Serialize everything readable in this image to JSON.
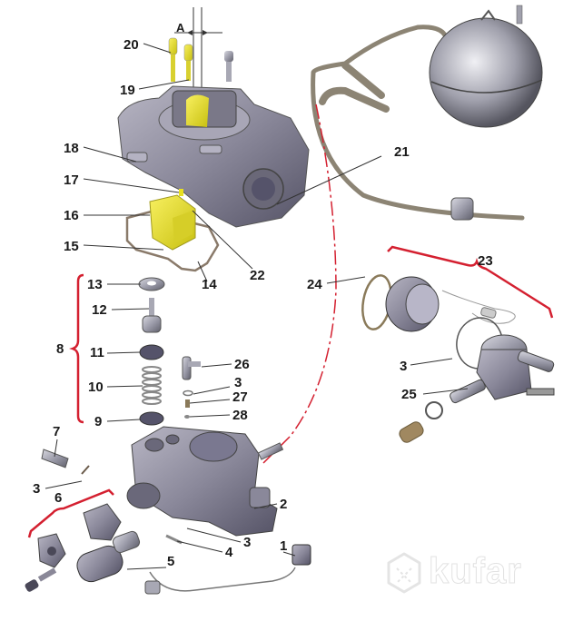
{
  "diagram": {
    "dimension_label": "A",
    "callouts": [
      {
        "id": "c20",
        "text": "20"
      },
      {
        "id": "c19",
        "text": "19"
      },
      {
        "id": "c18",
        "text": "18"
      },
      {
        "id": "c17",
        "text": "17"
      },
      {
        "id": "c16",
        "text": "16"
      },
      {
        "id": "c15",
        "text": "15"
      },
      {
        "id": "c14",
        "text": "14"
      },
      {
        "id": "c22",
        "text": "22"
      },
      {
        "id": "c21",
        "text": "21"
      },
      {
        "id": "c13",
        "text": "13"
      },
      {
        "id": "c12",
        "text": "12"
      },
      {
        "id": "c11",
        "text": "11"
      },
      {
        "id": "c10",
        "text": "10"
      },
      {
        "id": "c9",
        "text": "9"
      },
      {
        "id": "c8",
        "text": "8"
      },
      {
        "id": "c26",
        "text": "26"
      },
      {
        "id": "c3a",
        "text": "3"
      },
      {
        "id": "c27",
        "text": "27"
      },
      {
        "id": "c28",
        "text": "28"
      },
      {
        "id": "c7",
        "text": "7"
      },
      {
        "id": "c3b",
        "text": "3"
      },
      {
        "id": "c6",
        "text": "6"
      },
      {
        "id": "c2",
        "text": "2"
      },
      {
        "id": "c3c",
        "text": "3"
      },
      {
        "id": "c4",
        "text": "4"
      },
      {
        "id": "c5",
        "text": "5"
      },
      {
        "id": "c1",
        "text": "1"
      },
      {
        "id": "c23",
        "text": "23"
      },
      {
        "id": "c24",
        "text": "24"
      },
      {
        "id": "c3d",
        "text": "3"
      },
      {
        "id": "c25",
        "text": "25"
      }
    ]
  },
  "watermark": {
    "text": "kufar"
  },
  "colors": {
    "metal": "#9a9aa6",
    "metal_dark": "#5c5c68",
    "metal_light": "#d4d4dc",
    "highlight_yellow": "#e8e020",
    "gasket": "#8a7a6a",
    "bracket_red": "#d42030",
    "hose": "#a89e8a",
    "leader": "#333333"
  }
}
